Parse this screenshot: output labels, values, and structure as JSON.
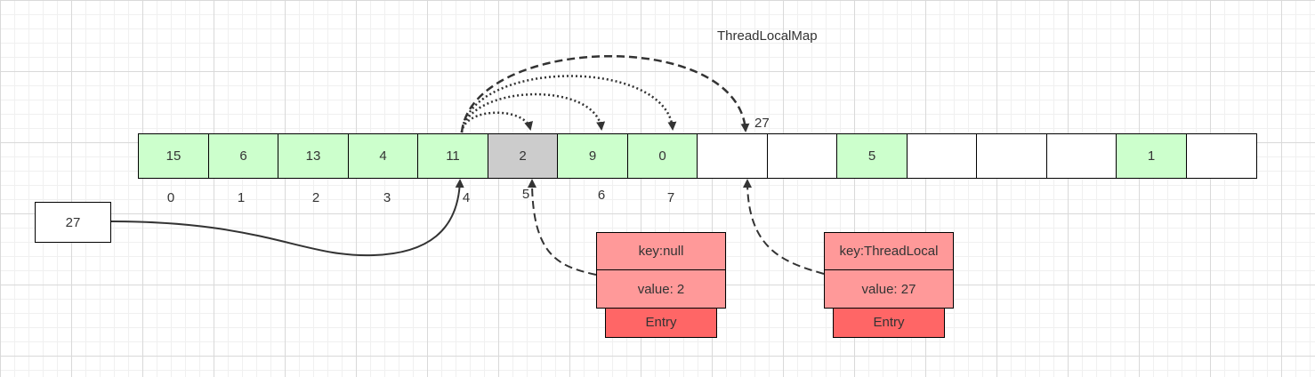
{
  "title": "ThreadLocalMap",
  "cells": [
    {
      "value": "15",
      "color": "#ccffcc"
    },
    {
      "value": "6",
      "color": "#ccffcc"
    },
    {
      "value": "13",
      "color": "#ccffcc"
    },
    {
      "value": "4",
      "color": "#ccffcc"
    },
    {
      "value": "11",
      "color": "#ccffcc"
    },
    {
      "value": "2",
      "color": "#cccccc"
    },
    {
      "value": "9",
      "color": "#ccffcc"
    },
    {
      "value": "0",
      "color": "#ccffcc"
    },
    {
      "value": "",
      "color": "#ffffff"
    },
    {
      "value": "",
      "color": "#ffffff"
    },
    {
      "value": "5",
      "color": "#ccffcc"
    },
    {
      "value": "",
      "color": "#ffffff"
    },
    {
      "value": "",
      "color": "#ffffff"
    },
    {
      "value": "",
      "color": "#ffffff"
    },
    {
      "value": "1",
      "color": "#ccffcc"
    },
    {
      "value": "",
      "color": "#ffffff"
    }
  ],
  "indices": [
    "0",
    "1",
    "2",
    "3",
    "4",
    "5",
    "6",
    "7"
  ],
  "new_key": "27",
  "slot_label": "27",
  "entries": [
    {
      "key": "key:null",
      "value": "value: 2",
      "label": "Entry"
    },
    {
      "key": "key:ThreadLocal",
      "value": "value: 27",
      "label": "Entry"
    }
  ]
}
